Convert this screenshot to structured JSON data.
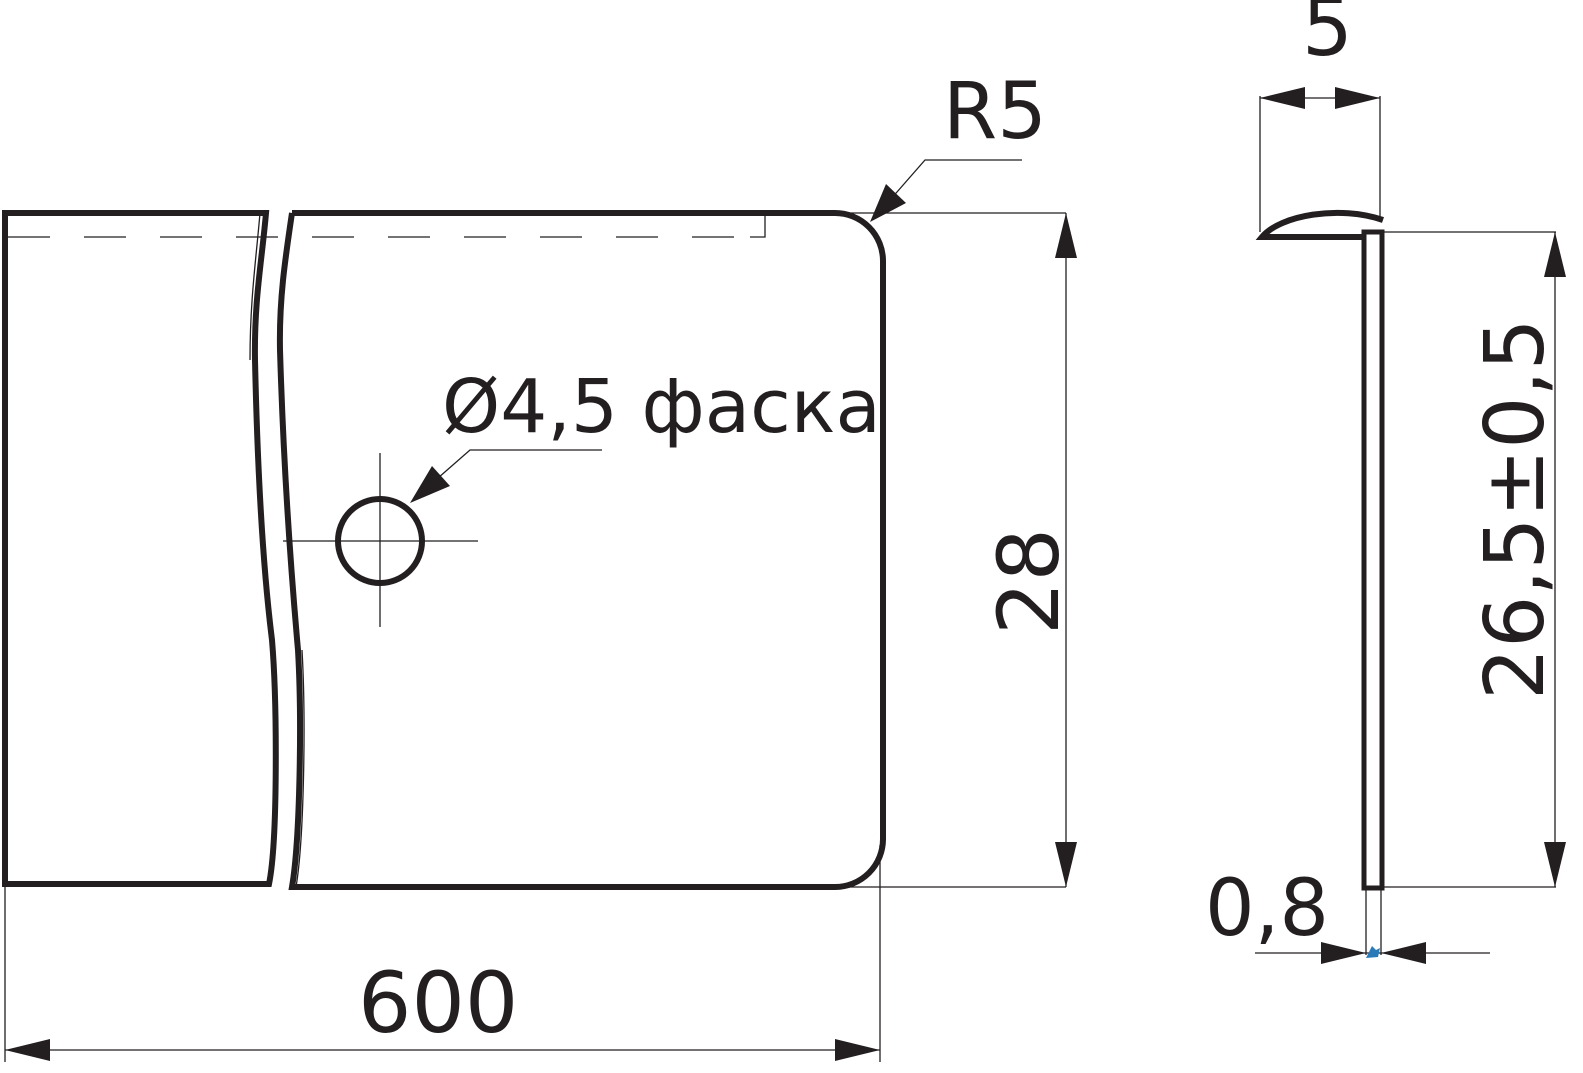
{
  "drawing": {
    "labels": {
      "lip_width": "5",
      "corner_radius": "R5",
      "hole": "Ø4,5 фаска",
      "height": "28",
      "length": "600",
      "profile_height": "26,5±0,5",
      "thickness": "0,8"
    },
    "colors": {
      "line": "#231f20",
      "marker": "#2a7ab8"
    }
  }
}
